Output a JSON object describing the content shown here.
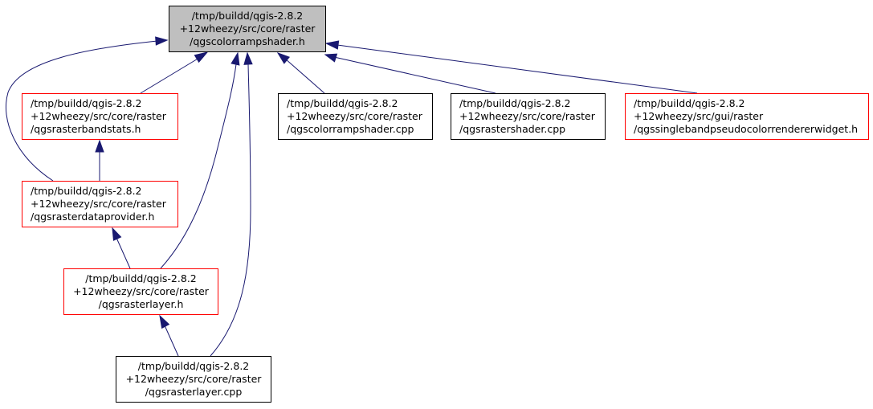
{
  "edge_color": "#191970",
  "nodes": {
    "colorrampshader_h": {
      "lines": [
        "/tmp/buildd/qgis-2.8.2",
        "+12wheezy/src/core/raster",
        "/qgscolorrampshader.h"
      ],
      "border": "#000000",
      "fill": "#bfbfbf"
    },
    "rasterbandstats_h": {
      "lines": [
        "/tmp/buildd/qgis-2.8.2",
        "+12wheezy/src/core/raster",
        "/qgsrasterbandstats.h"
      ],
      "border": "#ff0000"
    },
    "rasterdataprovider_h": {
      "lines": [
        "/tmp/buildd/qgis-2.8.2",
        "+12wheezy/src/core/raster",
        "/qgsrasterdataprovider.h"
      ],
      "border": "#ff0000"
    },
    "rasterlayer_h": {
      "lines": [
        "/tmp/buildd/qgis-2.8.2",
        "+12wheezy/src/core/raster",
        "/qgsrasterlayer.h"
      ],
      "border": "#ff0000"
    },
    "rasterlayer_cpp": {
      "lines": [
        "/tmp/buildd/qgis-2.8.2",
        "+12wheezy/src/core/raster",
        "/qgsrasterlayer.cpp"
      ],
      "border": "#000000"
    },
    "colorrampshader_cpp": {
      "lines": [
        "/tmp/buildd/qgis-2.8.2",
        "+12wheezy/src/core/raster",
        "/qgscolorrampshader.cpp"
      ],
      "border": "#000000"
    },
    "rastershader_cpp": {
      "lines": [
        "/tmp/buildd/qgis-2.8.2",
        "+12wheezy/src/core/raster",
        "/qgsrastershader.cpp"
      ],
      "border": "#000000"
    },
    "singlebandpseudocolor_h": {
      "lines": [
        "/tmp/buildd/qgis-2.8.2",
        "+12wheezy/src/gui/raster",
        "/qgssinglebandpseudocolorrendererwidget.h"
      ],
      "border": "#ff0000"
    }
  },
  "edges": [
    {
      "from": "rasterbandstats_h",
      "to": "colorrampshader_h"
    },
    {
      "from": "rasterdataprovider_h",
      "to": "colorrampshader_h"
    },
    {
      "from": "rasterlayer_h",
      "to": "colorrampshader_h"
    },
    {
      "from": "rasterlayer_cpp",
      "to": "colorrampshader_h"
    },
    {
      "from": "colorrampshader_cpp",
      "to": "colorrampshader_h"
    },
    {
      "from": "rastershader_cpp",
      "to": "colorrampshader_h"
    },
    {
      "from": "singlebandpseudocolor_h",
      "to": "colorrampshader_h"
    },
    {
      "from": "rasterdataprovider_h",
      "to": "rasterbandstats_h"
    },
    {
      "from": "rasterlayer_h",
      "to": "rasterdataprovider_h"
    },
    {
      "from": "rasterlayer_cpp",
      "to": "rasterlayer_h"
    }
  ]
}
